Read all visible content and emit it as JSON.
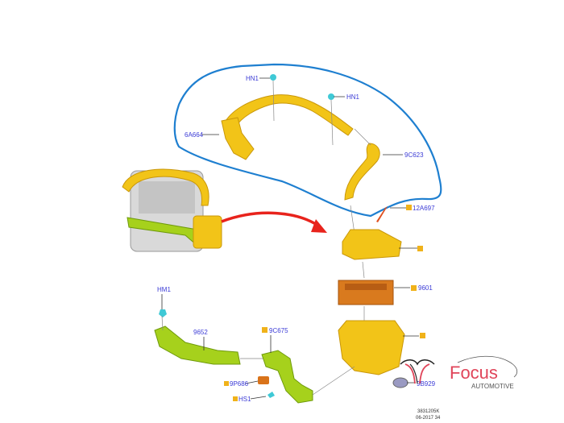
{
  "parts": {
    "hn1_a": "HN1",
    "hn1_b": "HN1",
    "a6a664": "6A664",
    "c9c623": "9C623",
    "a12a697": "12A697",
    "p9601": "9601",
    "b9b929": "9B929",
    "hm1": "HM1",
    "p9652": "9652",
    "c9c675": "9C675",
    "p9p686": "9P686",
    "hs1": "HS1"
  },
  "stamp": {
    "line1": "3831205K",
    "line2": "06-2017 34"
  },
  "logo": {
    "name": "Focus",
    "sub": "AUTOMOTIVE"
  },
  "colors": {
    "highlight": "#1e7fd0",
    "arrow": "#e8231c",
    "label": "#3b3bd6",
    "brand": "#e0455a"
  }
}
